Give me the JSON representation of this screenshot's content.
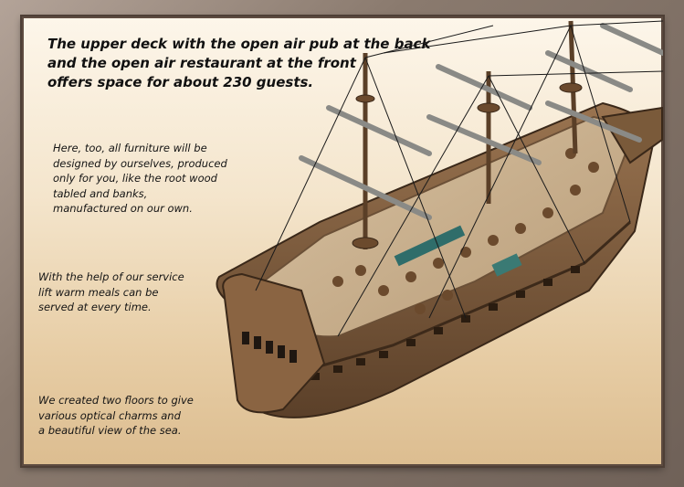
{
  "headline": {
    "line1": "The upper deck with the open air pub at the back",
    "line2": "and the open air restaurant at the front",
    "line3": "offers space for about 230 guests."
  },
  "paragraphs": {
    "furniture": {
      "line1": "Here, too, all furniture will be",
      "line2": "designed by ourselves, produced",
      "line3": "only for you, like the root wood",
      "line4": "tabled and banks,",
      "line5": "manufactured on our own."
    },
    "lift": {
      "line1": "With the help of our service",
      "line2": "lift warm meals can be",
      "line3": "served at every time."
    },
    "floors": {
      "line1": "We created two floors to give",
      "line2": "various optical charms and",
      "line3": "a beautiful view of the sea."
    }
  },
  "colors": {
    "frame": "#8a7a6e",
    "panel_top": "#fdf6ea",
    "panel_bottom": "#dcbd90",
    "hull": "#7a5a3a",
    "deck": "#c9b08f"
  }
}
